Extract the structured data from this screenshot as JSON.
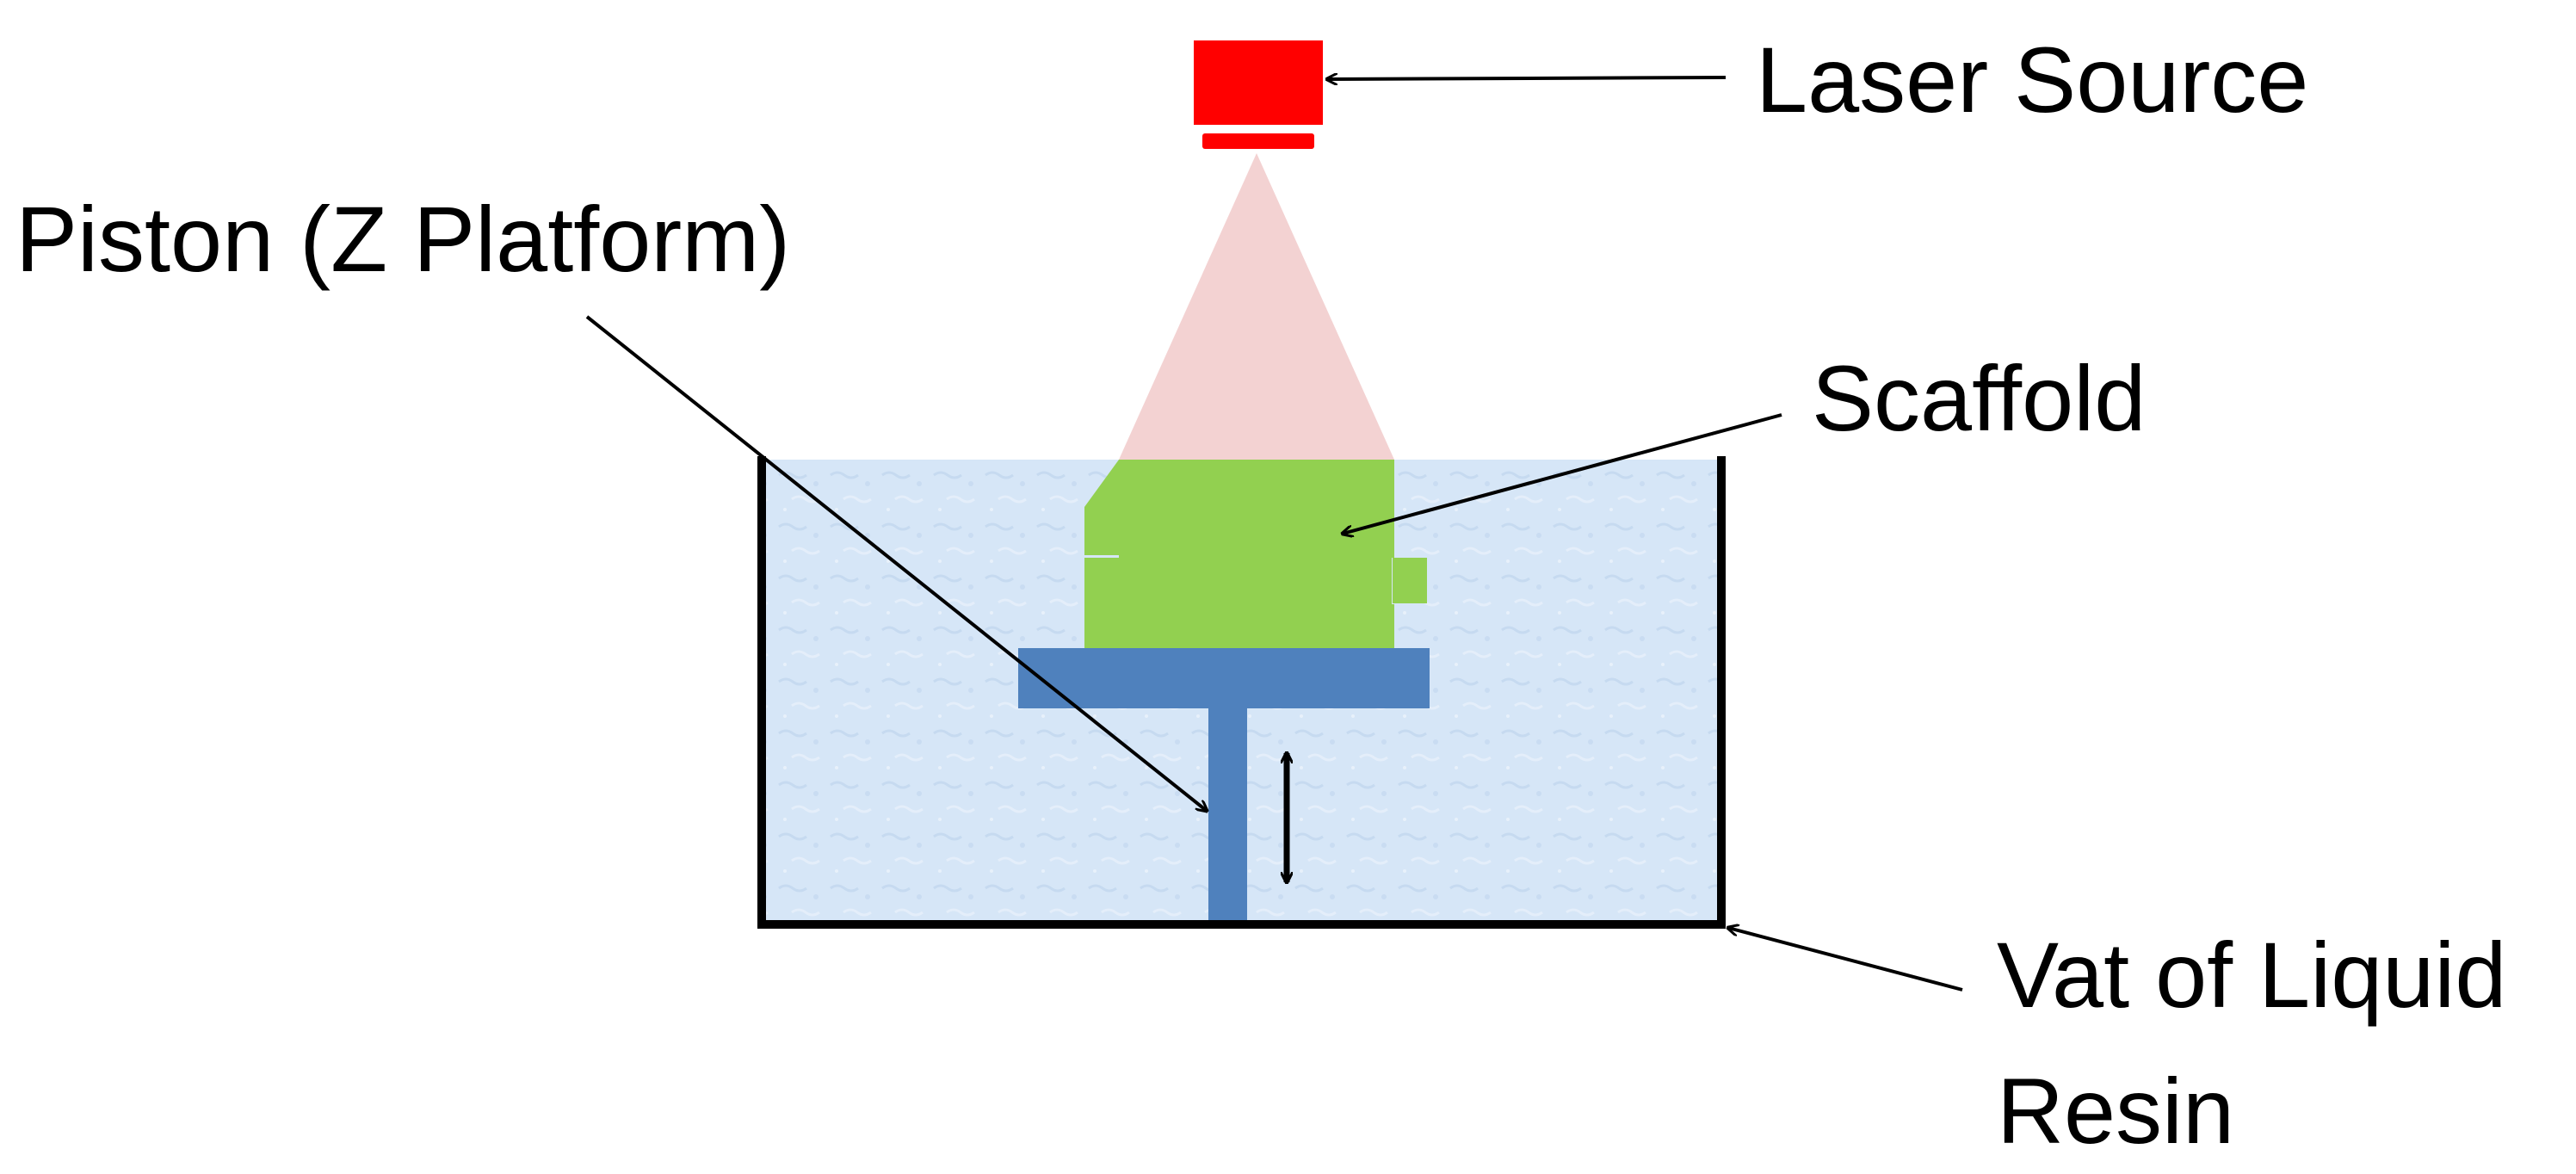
{
  "labels": {
    "laser_source": "Laser Source",
    "piston": "Piston (Z Platform)",
    "scaffold": "Scaffold",
    "vat_line1": "Vat of Liquid",
    "vat_line2": "Resin"
  },
  "colors": {
    "laser": "#ff0000",
    "beam": "#f2d0d0",
    "resin": "#d6e6f7",
    "scaffold": "#92d050",
    "piston": "#4f81bd",
    "vat_wall": "#000000",
    "text": "#000000"
  }
}
